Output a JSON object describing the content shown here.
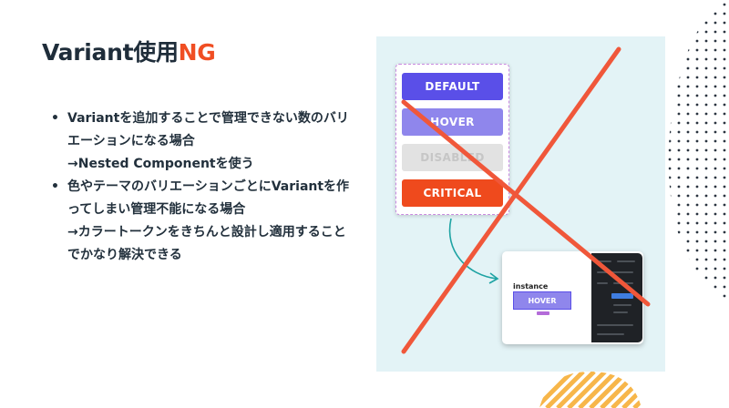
{
  "slide": {
    "title_prefix": "Variant使用",
    "title_ng": "NG"
  },
  "bullets": [
    {
      "text": "Variantを追加することで管理できない数のバリエーションになる場合",
      "sub": "→Nested Componentを使う"
    },
    {
      "text": "色やテーマのバリエーションごとにVariantを作ってしまい管理不能になる場合",
      "sub": "→カラートークンをきちんと設計し適用することでかなり解決できる"
    }
  ],
  "variants": {
    "default": "DEFAULT",
    "hover": "HOVER",
    "disabled": "DISABLED",
    "critical": "CRITICAL"
  },
  "instance": {
    "label": "instance",
    "button_label": "HOVER"
  },
  "colors": {
    "accent_ng": "#f04e23",
    "panel_bg": "#e3f3f6",
    "cross": "#f0573a",
    "primary": "#5a4fe8"
  }
}
